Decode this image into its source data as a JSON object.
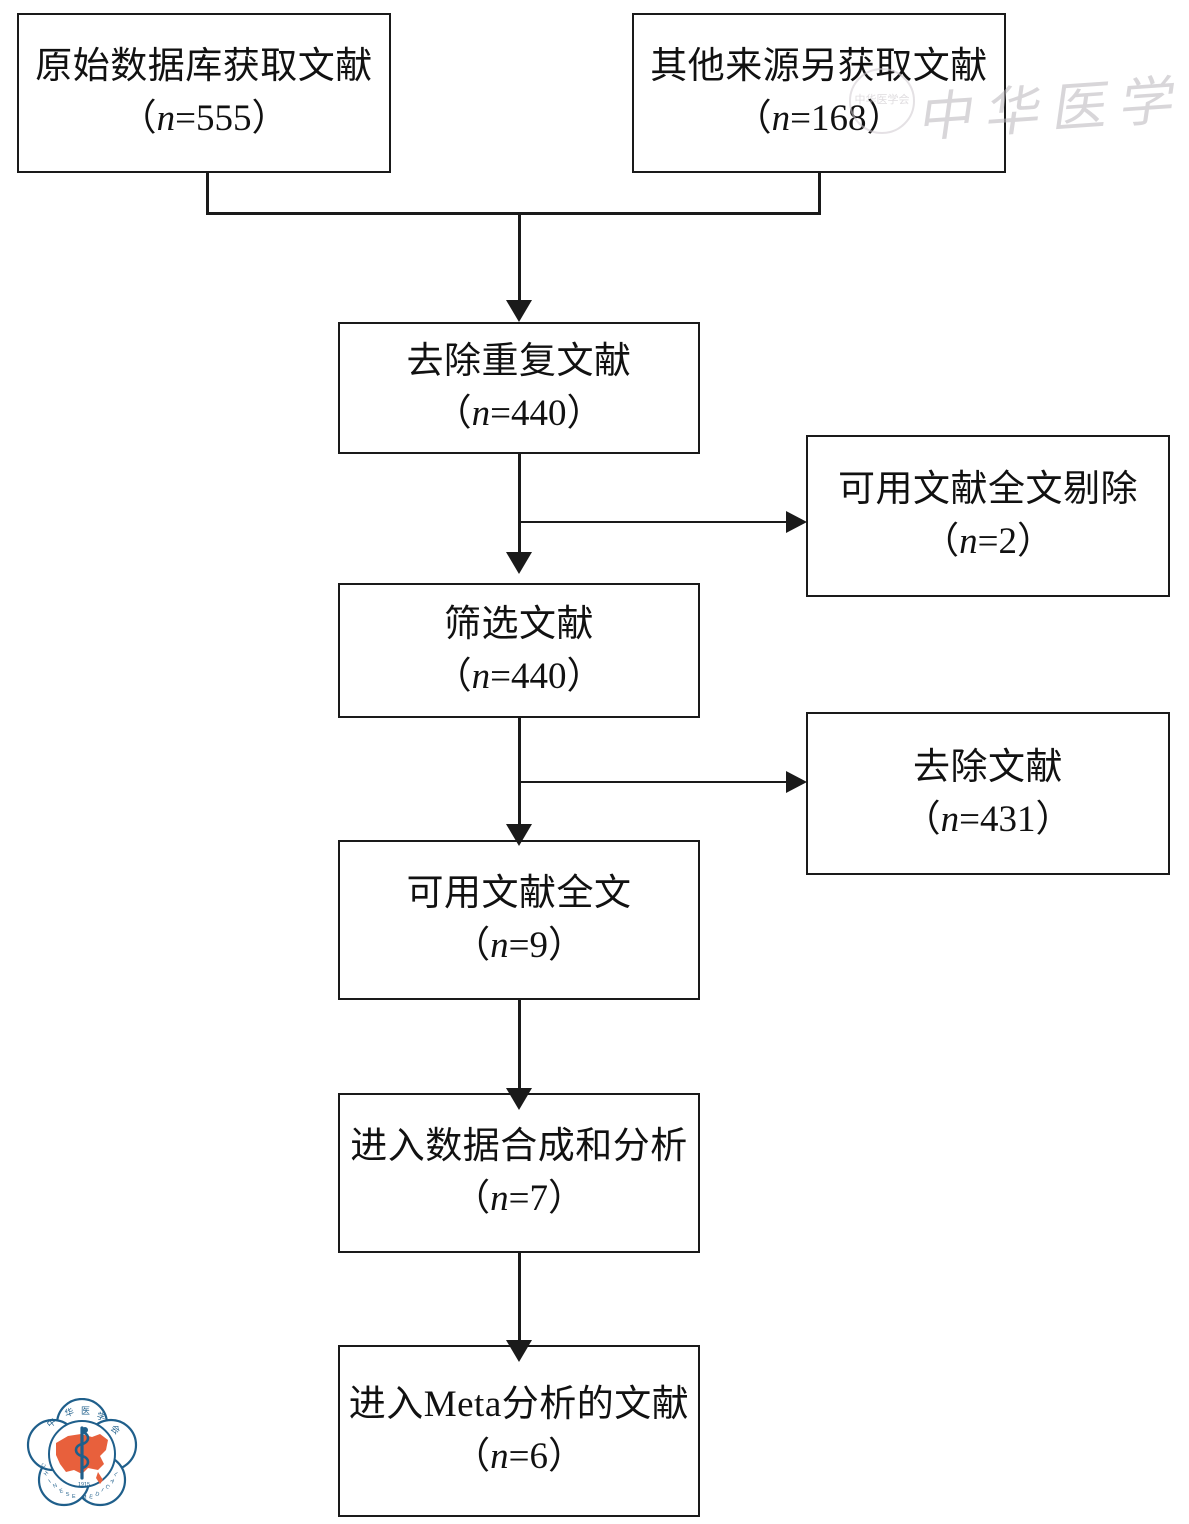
{
  "figure": {
    "type": "prisma-flow-diagram",
    "language": "zh-CN",
    "line_color": "#1a1a1a",
    "background": "#ffffff"
  },
  "nodes": {
    "source_database": {
      "title": "原始数据库获取文献",
      "count_prefix": "（",
      "count_var": "n",
      "count_eq": "=",
      "count_value": "555",
      "count_suffix": "）"
    },
    "other_sources": {
      "title": "其他来源另获取文献",
      "count_prefix": "（",
      "count_var": "n",
      "count_eq": "=",
      "count_value": "168",
      "count_suffix": "）"
    },
    "dedup": {
      "title": "去除重复文献",
      "count_prefix": "（",
      "count_var": "n",
      "count_eq": "=",
      "count_value": "440",
      "count_suffix": "）"
    },
    "screened": {
      "title": "筛选文献",
      "count_prefix": "（",
      "count_var": "n",
      "count_eq": "=",
      "count_value": "440",
      "count_suffix": "）"
    },
    "fulltext_available": {
      "title": "可用文献全文",
      "count_prefix": "（",
      "count_var": "n",
      "count_eq": "=",
      "count_value": "9",
      "count_suffix": "）"
    },
    "synthesis": {
      "title": "进入数据合成和分析",
      "count_prefix": "（",
      "count_var": "n",
      "count_eq": "=",
      "count_value": "7",
      "count_suffix": "）"
    },
    "meta_analysis": {
      "title": "进入Meta分析的文献",
      "count_prefix": "（",
      "count_var": "n",
      "count_eq": "=",
      "count_value": "6",
      "count_suffix": "）"
    },
    "fulltext_excluded": {
      "title": "可用文献全文剔除",
      "count_prefix": "（",
      "count_var": "n",
      "count_eq": "=",
      "count_value": "2",
      "count_suffix": "）"
    },
    "records_excluded": {
      "title": "去除文献",
      "count_prefix": "（",
      "count_var": "n",
      "count_eq": "=",
      "count_value": "431",
      "count_suffix": "）"
    }
  },
  "watermark": {
    "text": "中华医学会",
    "seal_text": "中华医学会"
  },
  "logo": {
    "name": "Chinese Medical Association",
    "ring_text_top": "中华医学会",
    "ring_text_bottom": "CHINESE  MEDICAL  ASSOCIATION",
    "year": "1915",
    "map_color": "#e8603c",
    "ring_color": "#1f5f8b"
  }
}
